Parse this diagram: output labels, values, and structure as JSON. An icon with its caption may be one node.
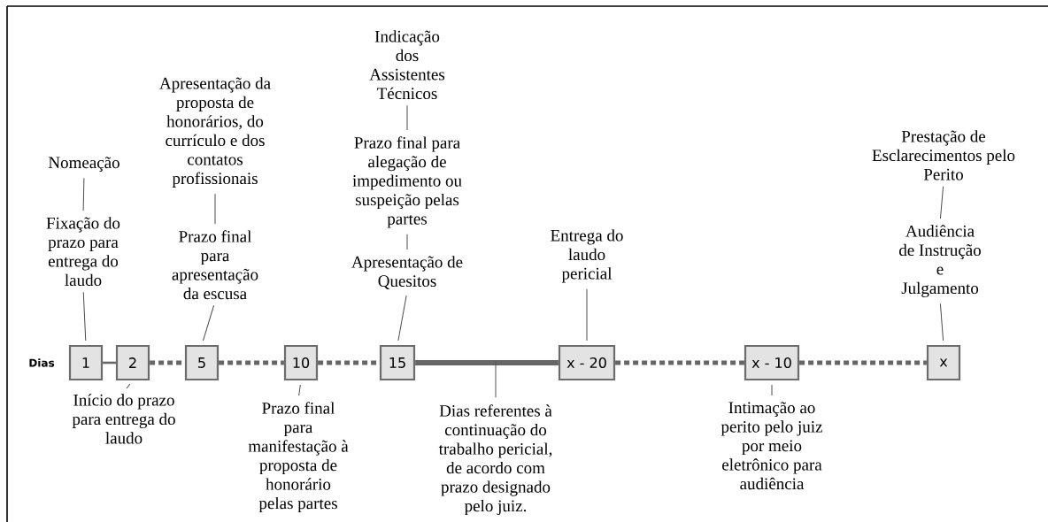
{
  "diagram": {
    "nodes": [
      {
        "text": [
          "1"
        ]
      },
      {
        "text": [
          "2"
        ]
      },
      {
        "text": [
          "5"
        ]
      },
      {
        "text": [
          "10"
        ]
      },
      {
        "text": [
          "15"
        ]
      },
      {
        "text": [
          "x - 20"
        ]
      },
      {
        "text": [
          "x - 10"
        ]
      },
      {
        "text": [
          "x"
        ]
      },
      {
        "text": [
          "Nomeação"
        ]
      },
      {
        "text": [
          "Fixação do prazo para entrega do laudo"
        ]
      },
      {
        "text": [
          "Início do prazo para entrega do laudo"
        ]
      },
      {
        "text": [
          "Apresentação da proposta de honorários, do currículo e dos contatos profissionais"
        ]
      },
      {
        "text": [
          "Prazo final para apresentação da escusa"
        ]
      },
      {
        "text": [
          "Prazo final para manifestação à proposta de honorário pelas partes"
        ]
      },
      {
        "text": [
          "Indicação dos Assistentes Técnicos"
        ]
      },
      {
        "text": [
          "Prazo final para alegação de impedimento ou suspeição pelas partes"
        ]
      },
      {
        "text": [
          "Apresentação de Quesitos"
        ]
      },
      {
        "text": [
          "Dias referentes à continuação do trabalho pericial, de acordo com prazo designado pelo juiz."
        ]
      },
      {
        "text": [
          "Entrega do laudo pericial"
        ]
      },
      {
        "text": [
          "Intimação ao perito pelo juiz por meio eletrônico para audiência"
        ]
      },
      {
        "text": [
          "Prestação de Esclarecimentos pelo Perito"
        ]
      },
      {
        "text": [
          "Audiência de Instrução e Julgamento"
        ]
      }
    ],
    "edges": [
      {
        "from": 0,
        "to": 1,
        "arrow": "none"
      },
      {
        "from": 1,
        "to": 2,
        "arrow": "none",
        "style": "dashed"
      },
      {
        "from": 2,
        "to": 3,
        "arrow": "none",
        "style": "dashed"
      },
      {
        "from": 3,
        "to": 4,
        "arrow": "none",
        "style": "dashed"
      },
      {
        "from": 4,
        "to": 5,
        "arrow": "none",
        "style": "thick"
      },
      {
        "from": 5,
        "to": 6,
        "arrow": "none",
        "style": "dashed"
      },
      {
        "from": 6,
        "to": 7,
        "arrow": "none",
        "style": "dashed"
      },
      {
        "from": 8,
        "to": 9,
        "arrow": "none"
      },
      {
        "from": 9,
        "to": 0,
        "arrow": "none"
      },
      {
        "from": 10,
        "to": 1,
        "arrow": "none"
      },
      {
        "from": 11,
        "to": 12,
        "arrow": "none"
      },
      {
        "from": 12,
        "to": 2,
        "arrow": "none"
      },
      {
        "from": 13,
        "to": 3,
        "arrow": "none"
      },
      {
        "from": 14,
        "to": 15,
        "arrow": "none"
      },
      {
        "from": 15,
        "to": 16,
        "arrow": "none"
      },
      {
        "from": 16,
        "to": 4,
        "arrow": "none"
      },
      {
        "from": 17,
        "to": null,
        "arrow": "none"
      },
      {
        "from": 18,
        "to": 5,
        "arrow": "none"
      },
      {
        "from": 19,
        "to": 6,
        "arrow": "none"
      },
      {
        "from": 20,
        "to": 21,
        "arrow": "none"
      },
      {
        "from": 21,
        "to": 7,
        "arrow": "none"
      }
    ],
    "labels": [
      "Dias"
    ]
  }
}
